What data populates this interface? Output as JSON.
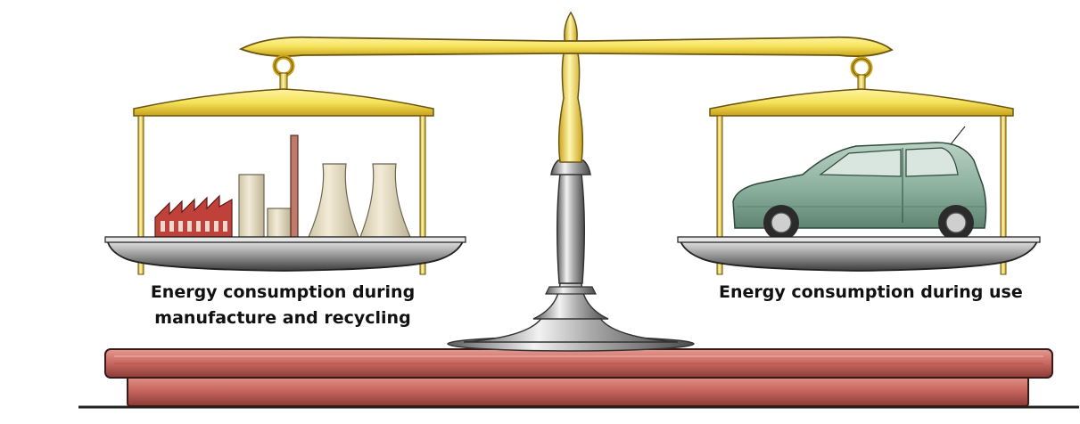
{
  "captions": {
    "left_line1": "Energy consumption during",
    "left_line2": "manufacture and recycling",
    "right": "Energy consumption during use"
  },
  "colors": {
    "brass": "#f5e35a",
    "brass_dark": "#c9a21a",
    "steel_light": "#e8e8e8",
    "steel_dark": "#5a5a5a",
    "base_red": "#c8675f",
    "base_red_dark": "#8a3b36",
    "factory_red": "#c0413a",
    "tower": "#e8dfc6",
    "car_green": "#8fb3a0"
  }
}
